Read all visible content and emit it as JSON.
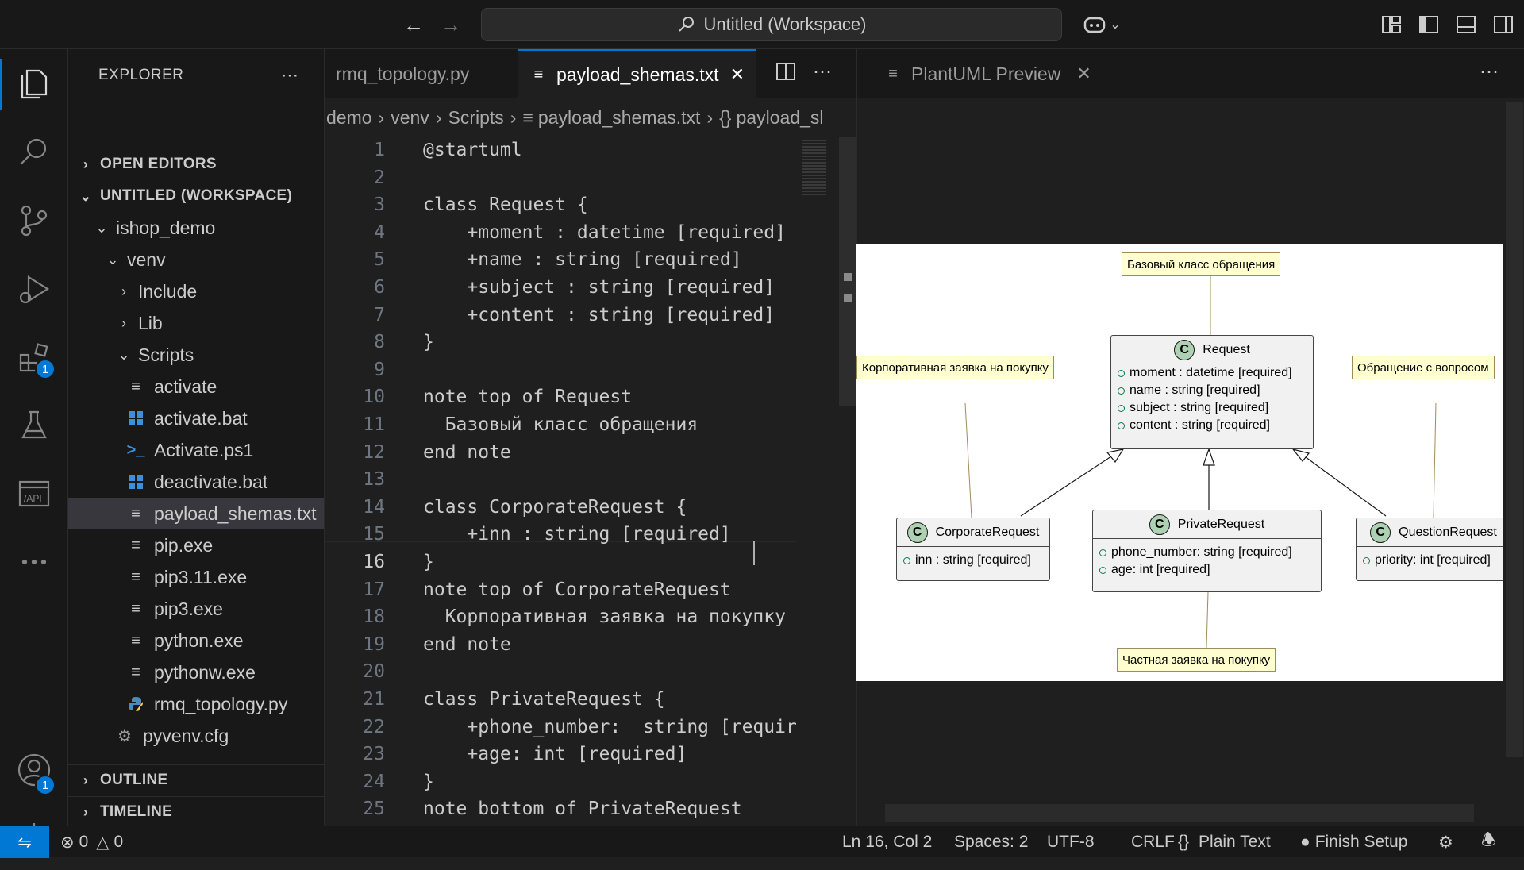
{
  "titlebar": {
    "search_text": "Untitled (Workspace)"
  },
  "activity": {
    "extensions_badge": "1",
    "accounts_badge": "1"
  },
  "sidebar": {
    "title": "EXPLORER",
    "sections": {
      "open_editors": "OPEN EDITORS",
      "workspace": "UNTITLED (WORKSPACE)",
      "outline": "OUTLINE",
      "timeline": "TIMELINE"
    },
    "tree": [
      {
        "label": "ishop_demo",
        "icon": "chevron-down"
      },
      {
        "label": "venv",
        "icon": "chevron-down"
      },
      {
        "label": "Include",
        "icon": "chevron-right"
      },
      {
        "label": "Lib",
        "icon": "chevron-right"
      },
      {
        "label": "Scripts",
        "icon": "chevron-down"
      },
      {
        "label": "activate",
        "icon": "text-file"
      },
      {
        "label": "activate.bat",
        "icon": "windows-file"
      },
      {
        "label": "Activate.ps1",
        "icon": "powershell-file"
      },
      {
        "label": "deactivate.bat",
        "icon": "windows-file"
      },
      {
        "label": "payload_shemas.txt",
        "icon": "text-file"
      },
      {
        "label": "pip.exe",
        "icon": "text-file"
      },
      {
        "label": "pip3.11.exe",
        "icon": "text-file"
      },
      {
        "label": "pip3.exe",
        "icon": "text-file"
      },
      {
        "label": "python.exe",
        "icon": "text-file"
      },
      {
        "label": "pythonw.exe",
        "icon": "text-file"
      },
      {
        "label": "rmq_topology.py",
        "icon": "python-file"
      },
      {
        "label": "pyvenv.cfg",
        "icon": "gear-file"
      }
    ]
  },
  "editor": {
    "tabs": [
      {
        "label": "rmq_topology.py"
      },
      {
        "label": "payload_shemas.txt"
      }
    ],
    "breadcrumb": [
      "demo",
      "venv",
      "Scripts",
      "payload_shemas.txt",
      "payload_sl"
    ],
    "lines": [
      "@startuml",
      "",
      "class Request {",
      "    +moment : datetime [required]",
      "    +name : string [required]",
      "    +subject : string [required]",
      "    +content : string [required]",
      "}",
      "",
      "note top of Request",
      "  Базовый класс обращения",
      "end note",
      "",
      "class CorporateRequest {",
      "    +inn : string [required]",
      "}",
      "note top of CorporateRequest",
      "  Корпоративная заявка на покупку",
      "end note",
      "",
      "class PrivateRequest {",
      "    +phone_number:  string [requir",
      "    +age: int [required]",
      "}",
      "note bottom of PrivateRequest"
    ],
    "line_numbers": [
      "1",
      "2",
      "3",
      "4",
      "5",
      "6",
      "7",
      "8",
      "9",
      "10",
      "11",
      "12",
      "13",
      "14",
      "15",
      "16",
      "17",
      "18",
      "19",
      "20",
      "21",
      "22",
      "23",
      "24",
      "25"
    ],
    "current_line": "16"
  },
  "preview": {
    "tab_label": "PlantUML Preview",
    "notes": {
      "request": "Базовый класс обращения",
      "corporate": "Корпоративная заявка на покупку",
      "question": "Обращение с вопросом",
      "private": "Частная заявка на покупку"
    },
    "classes": {
      "request": {
        "name": "Request",
        "attrs": [
          "moment : datetime [required]",
          "name : string [required]",
          "subject : string [required]",
          "content : string [required]"
        ]
      },
      "corporate": {
        "name": "CorporateRequest",
        "attrs": [
          "inn : string [required]"
        ]
      },
      "private": {
        "name": "PrivateRequest",
        "attrs": [
          "phone_number: string [required]",
          "age: int [required]"
        ]
      },
      "question": {
        "name": "QuestionRequest",
        "attrs": [
          "priority: int [required]"
        ]
      },
      "class_icon": "C"
    }
  },
  "status": {
    "errors": "0",
    "warnings": "0",
    "position": "Ln 16, Col 2",
    "spaces": "Spaces: 2",
    "encoding": "UTF-8",
    "eol": "CRLF",
    "language": "Plain Text",
    "setup": "Finish Setup"
  },
  "colors": {
    "accent": "#0078d4",
    "remote": "#0078d4",
    "bg": "#1f1f1f",
    "note_bg": "#fefece",
    "class_bg": "#f1f1f1",
    "class_icon_bg": "#add1b2"
  }
}
